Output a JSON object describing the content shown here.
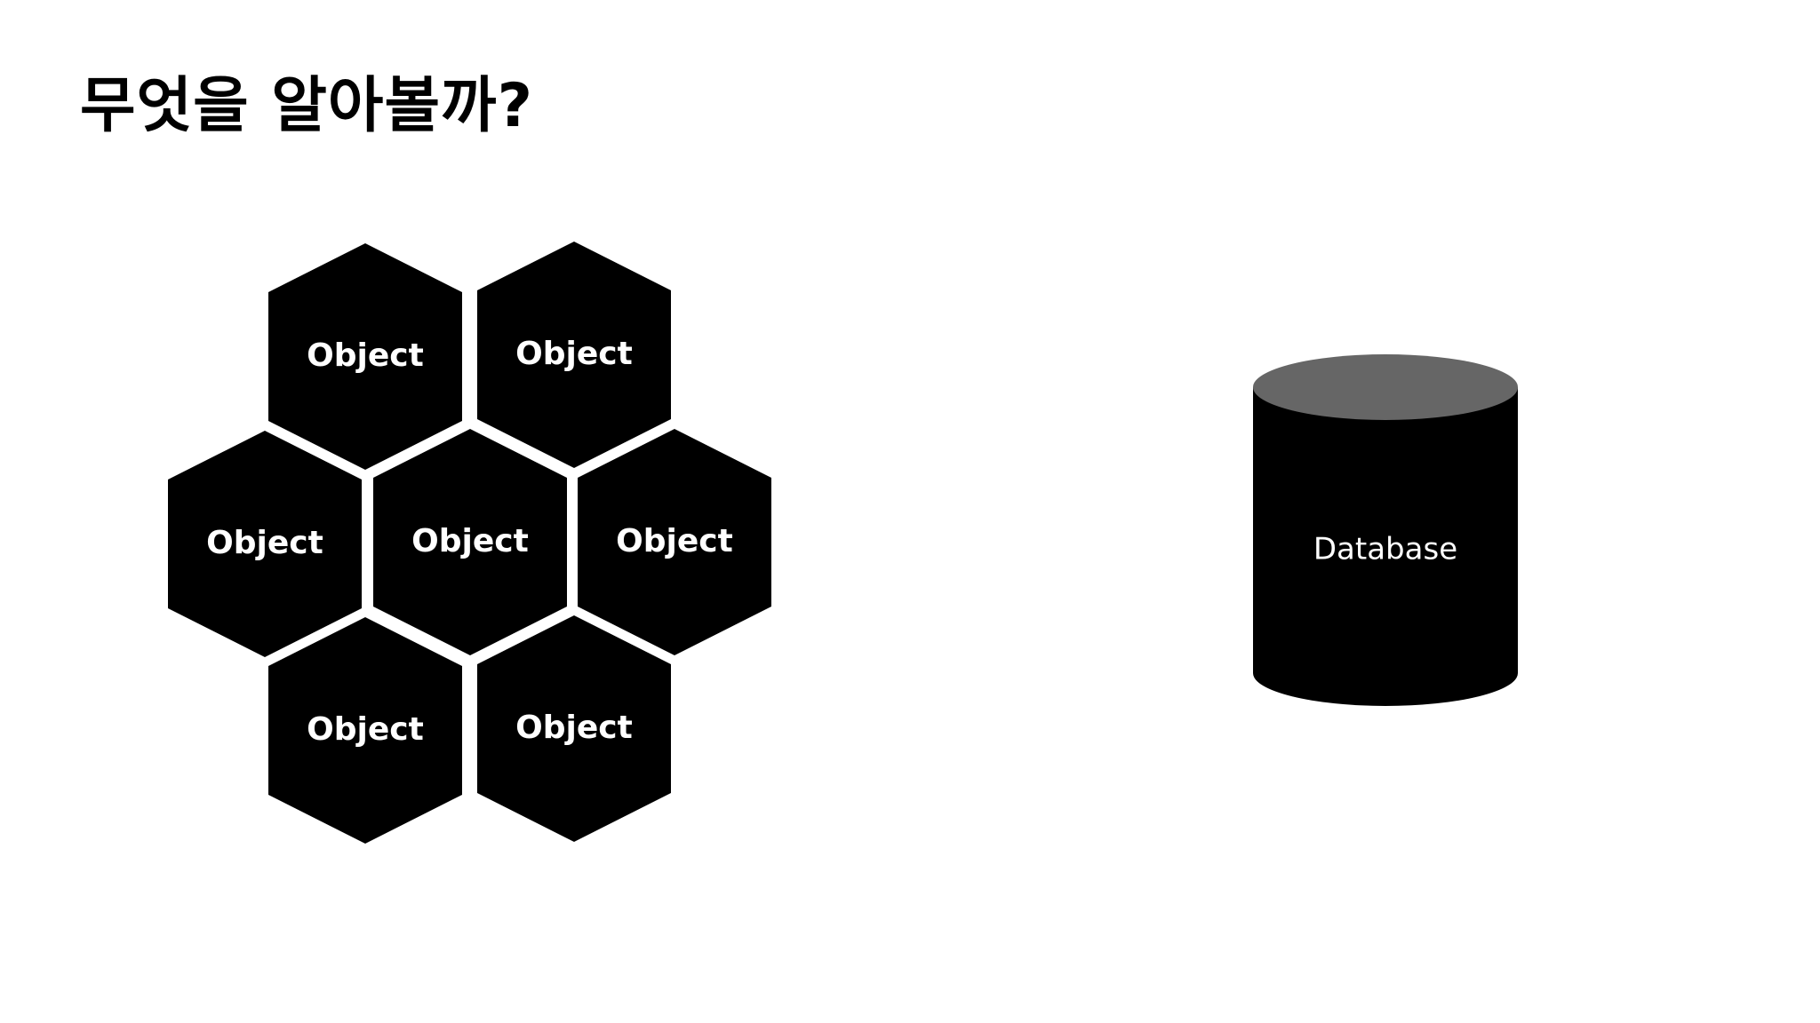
{
  "slide": {
    "title": "무엇을 알아볼까?"
  },
  "objects": [
    {
      "label": "Object"
    },
    {
      "label": "Object"
    },
    {
      "label": "Object"
    },
    {
      "label": "Object"
    },
    {
      "label": "Object"
    },
    {
      "label": "Object"
    },
    {
      "label": "Object"
    }
  ],
  "database": {
    "label": "Database",
    "top_color": "#666666",
    "body_color": "#000000"
  },
  "colors": {
    "hexagon_fill": "#000000",
    "label_color": "#ffffff",
    "background": "#ffffff"
  }
}
